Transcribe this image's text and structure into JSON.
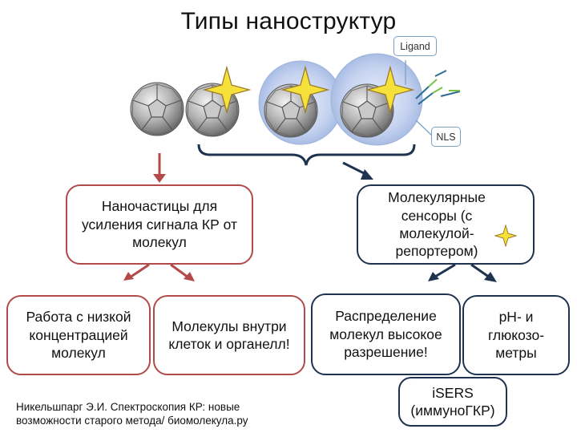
{
  "title": "Типы наноструктур",
  "callouts": {
    "ligand": "Ligand",
    "nls": "NLS"
  },
  "boxes": {
    "nanoparticles": "Наночастицы для усиления сигнала КР от молекул",
    "molecular_sensors": "Молекулярные сенсоры (с молекулой-репортером)",
    "low_concentration": "Работа с низкой концентрацией молекул",
    "inside_cells": "Молекулы внутри клеток и органелл!",
    "distribution": "Распределение молекул высокое разрешение!",
    "ph_meters": "pH- и глюкозо-метры",
    "isers": "iSERS (иммуноГКР)"
  },
  "reference": {
    "line1": "Никельшпарг Э.И. Спектроскопия КР: новые",
    "line2": "возможности старого метода/ биомолекула.ру"
  },
  "colors": {
    "red_border": "#b24a4a",
    "blue_border": "#1f3350",
    "star_fill": "#f6e03a",
    "halo": "#c6d3f0"
  }
}
